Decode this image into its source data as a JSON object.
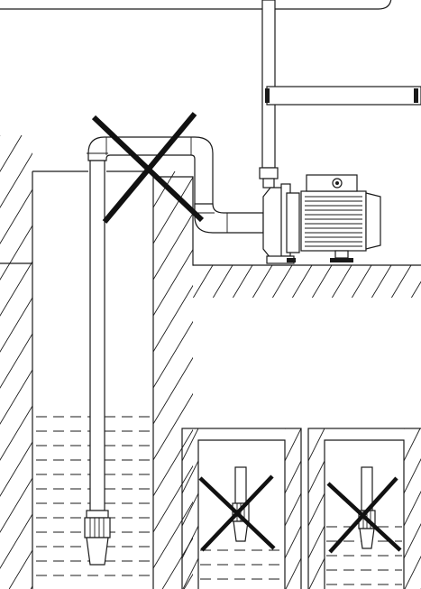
{
  "figure": {
    "main_scene": "correct-installation-with-foot-valve",
    "crossed_elements": [
      "horizontal-suction-run-above-well",
      "foot-valve-above-water-level",
      "foot-valve-at-water-surface"
    ]
  }
}
